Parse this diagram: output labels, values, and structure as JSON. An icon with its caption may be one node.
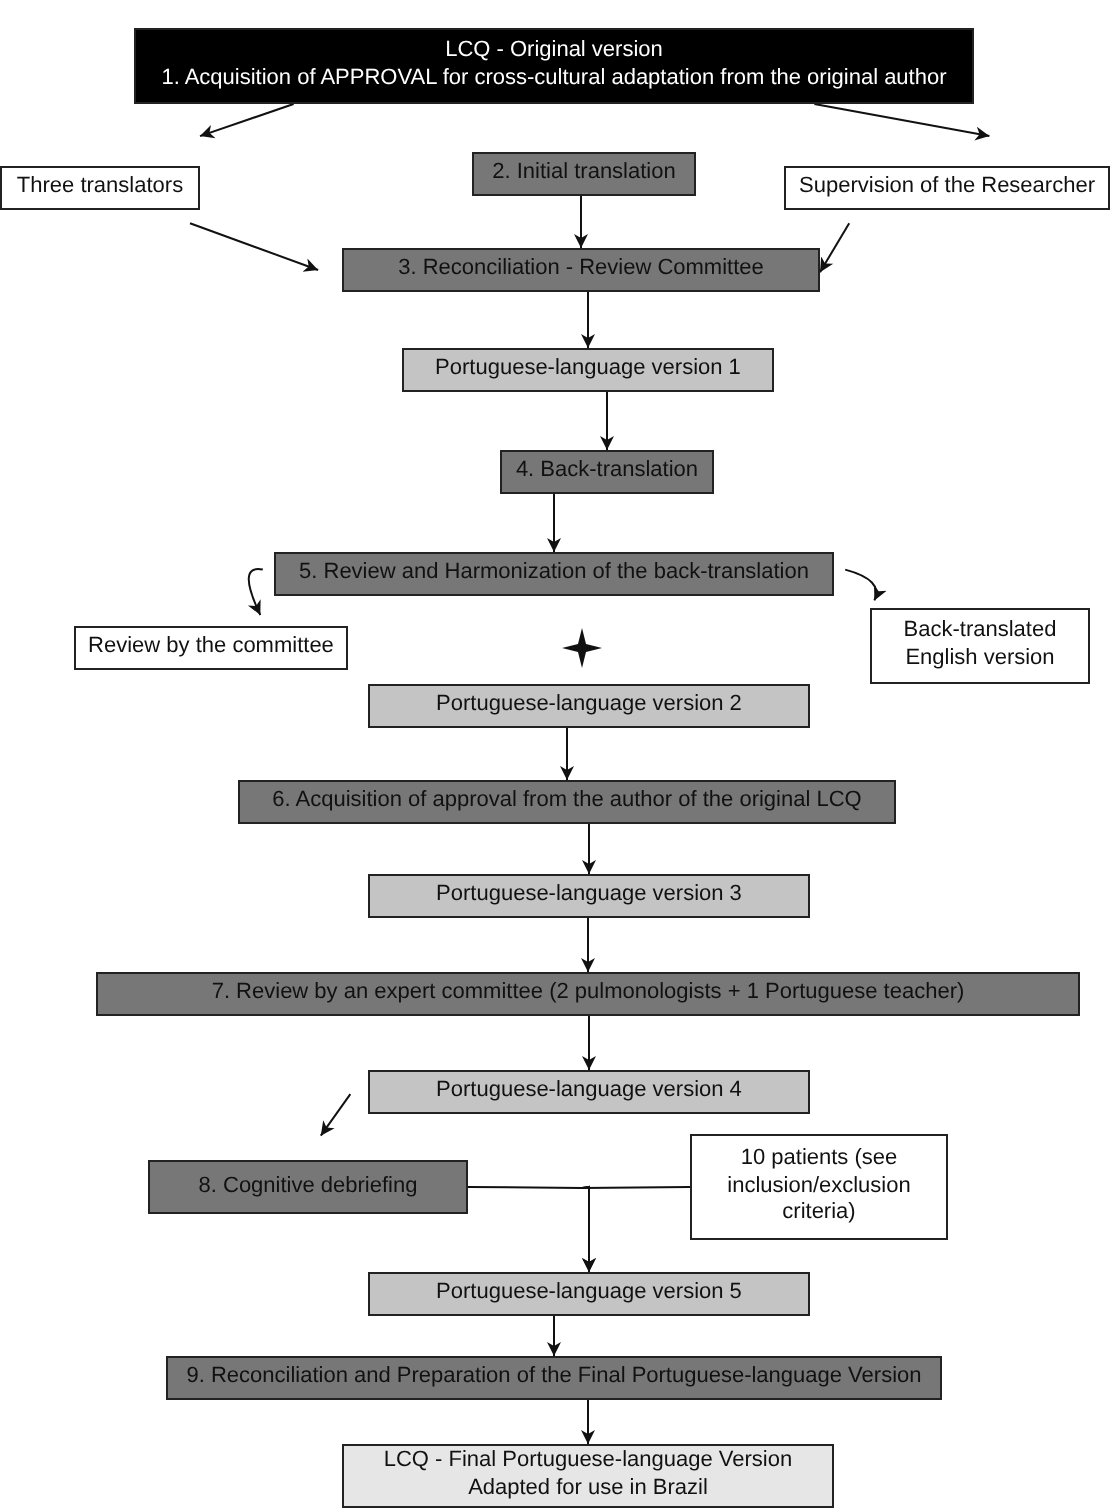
{
  "diagram": {
    "nodes": [
      {
        "text": [
          "LCQ - Original version",
          "1. Acquisition of APPROVAL for cross-cultural adaptation from the original author"
        ]
      },
      {
        "text": [
          "Three translators"
        ]
      },
      {
        "text": [
          "2. Initial translation"
        ]
      },
      {
        "text": [
          "Supervision of the Researcher"
        ]
      },
      {
        "text": [
          "3. Reconciliation - Review Committee"
        ]
      },
      {
        "text": [
          "Portuguese-language version 1"
        ]
      },
      {
        "text": [
          "4. Back-translation"
        ]
      },
      {
        "text": [
          "5. Review and Harmonization of the back-translation"
        ]
      },
      {
        "text": [
          "Review by the committee"
        ]
      },
      {
        "text": [
          "Back-translated English version"
        ]
      },
      {
        "text": [
          "Portuguese-language version 2"
        ]
      },
      {
        "text": [
          "6. Acquisition of approval from the author of the original LCQ"
        ]
      },
      {
        "text": [
          "Portuguese-language version 3"
        ]
      },
      {
        "text": [
          "7. Review by an expert committee (2 pulmonologists + 1 Portuguese teacher)"
        ]
      },
      {
        "text": [
          "Portuguese-language version 4"
        ]
      },
      {
        "text": [
          "8. Cognitive debriefing"
        ]
      },
      {
        "text": [
          "10 patients (see inclusion/exclusion criteria)"
        ]
      },
      {
        "text": [
          "Portuguese-language version 5"
        ]
      },
      {
        "text": [
          "9. Reconciliation and Preparation of the Final Portuguese-language Version"
        ]
      },
      {
        "text": [
          "LCQ - Final Portuguese-language Version Adapted for use in Brazil"
        ]
      }
    ],
    "edges": [
      {
        "from": 0,
        "to": 1,
        "arrow": "to"
      },
      {
        "from": 0,
        "to": 3,
        "arrow": "to"
      },
      {
        "from": 1,
        "to": 4,
        "arrow": "to"
      },
      {
        "from": 2,
        "to": 4,
        "arrow": "to"
      },
      {
        "from": 3,
        "to": 4,
        "arrow": "to"
      },
      {
        "from": 4,
        "to": 5,
        "arrow": "to"
      },
      {
        "from": 5,
        "to": 6,
        "arrow": "to"
      },
      {
        "from": 6,
        "to": 7,
        "arrow": "to"
      },
      {
        "from": 7,
        "to": 8,
        "arrow": "to"
      },
      {
        "from": 7,
        "to": 9,
        "arrow": "to"
      },
      {
        "from": 10,
        "to": 11,
        "arrow": "to"
      },
      {
        "from": 11,
        "to": 12,
        "arrow": "to"
      },
      {
        "from": 12,
        "to": 13,
        "arrow": "to"
      },
      {
        "from": 13,
        "to": 14,
        "arrow": "to"
      },
      {
        "from": 14,
        "to": 15,
        "arrow": "to"
      },
      {
        "from": 15,
        "to": 17,
        "arrow": "to"
      },
      {
        "from": 16,
        "to": 17,
        "arrow": "to"
      },
      {
        "from": 17,
        "to": 18,
        "arrow": "to"
      },
      {
        "from": 18,
        "to": 19,
        "arrow": "to"
      }
    ]
  }
}
